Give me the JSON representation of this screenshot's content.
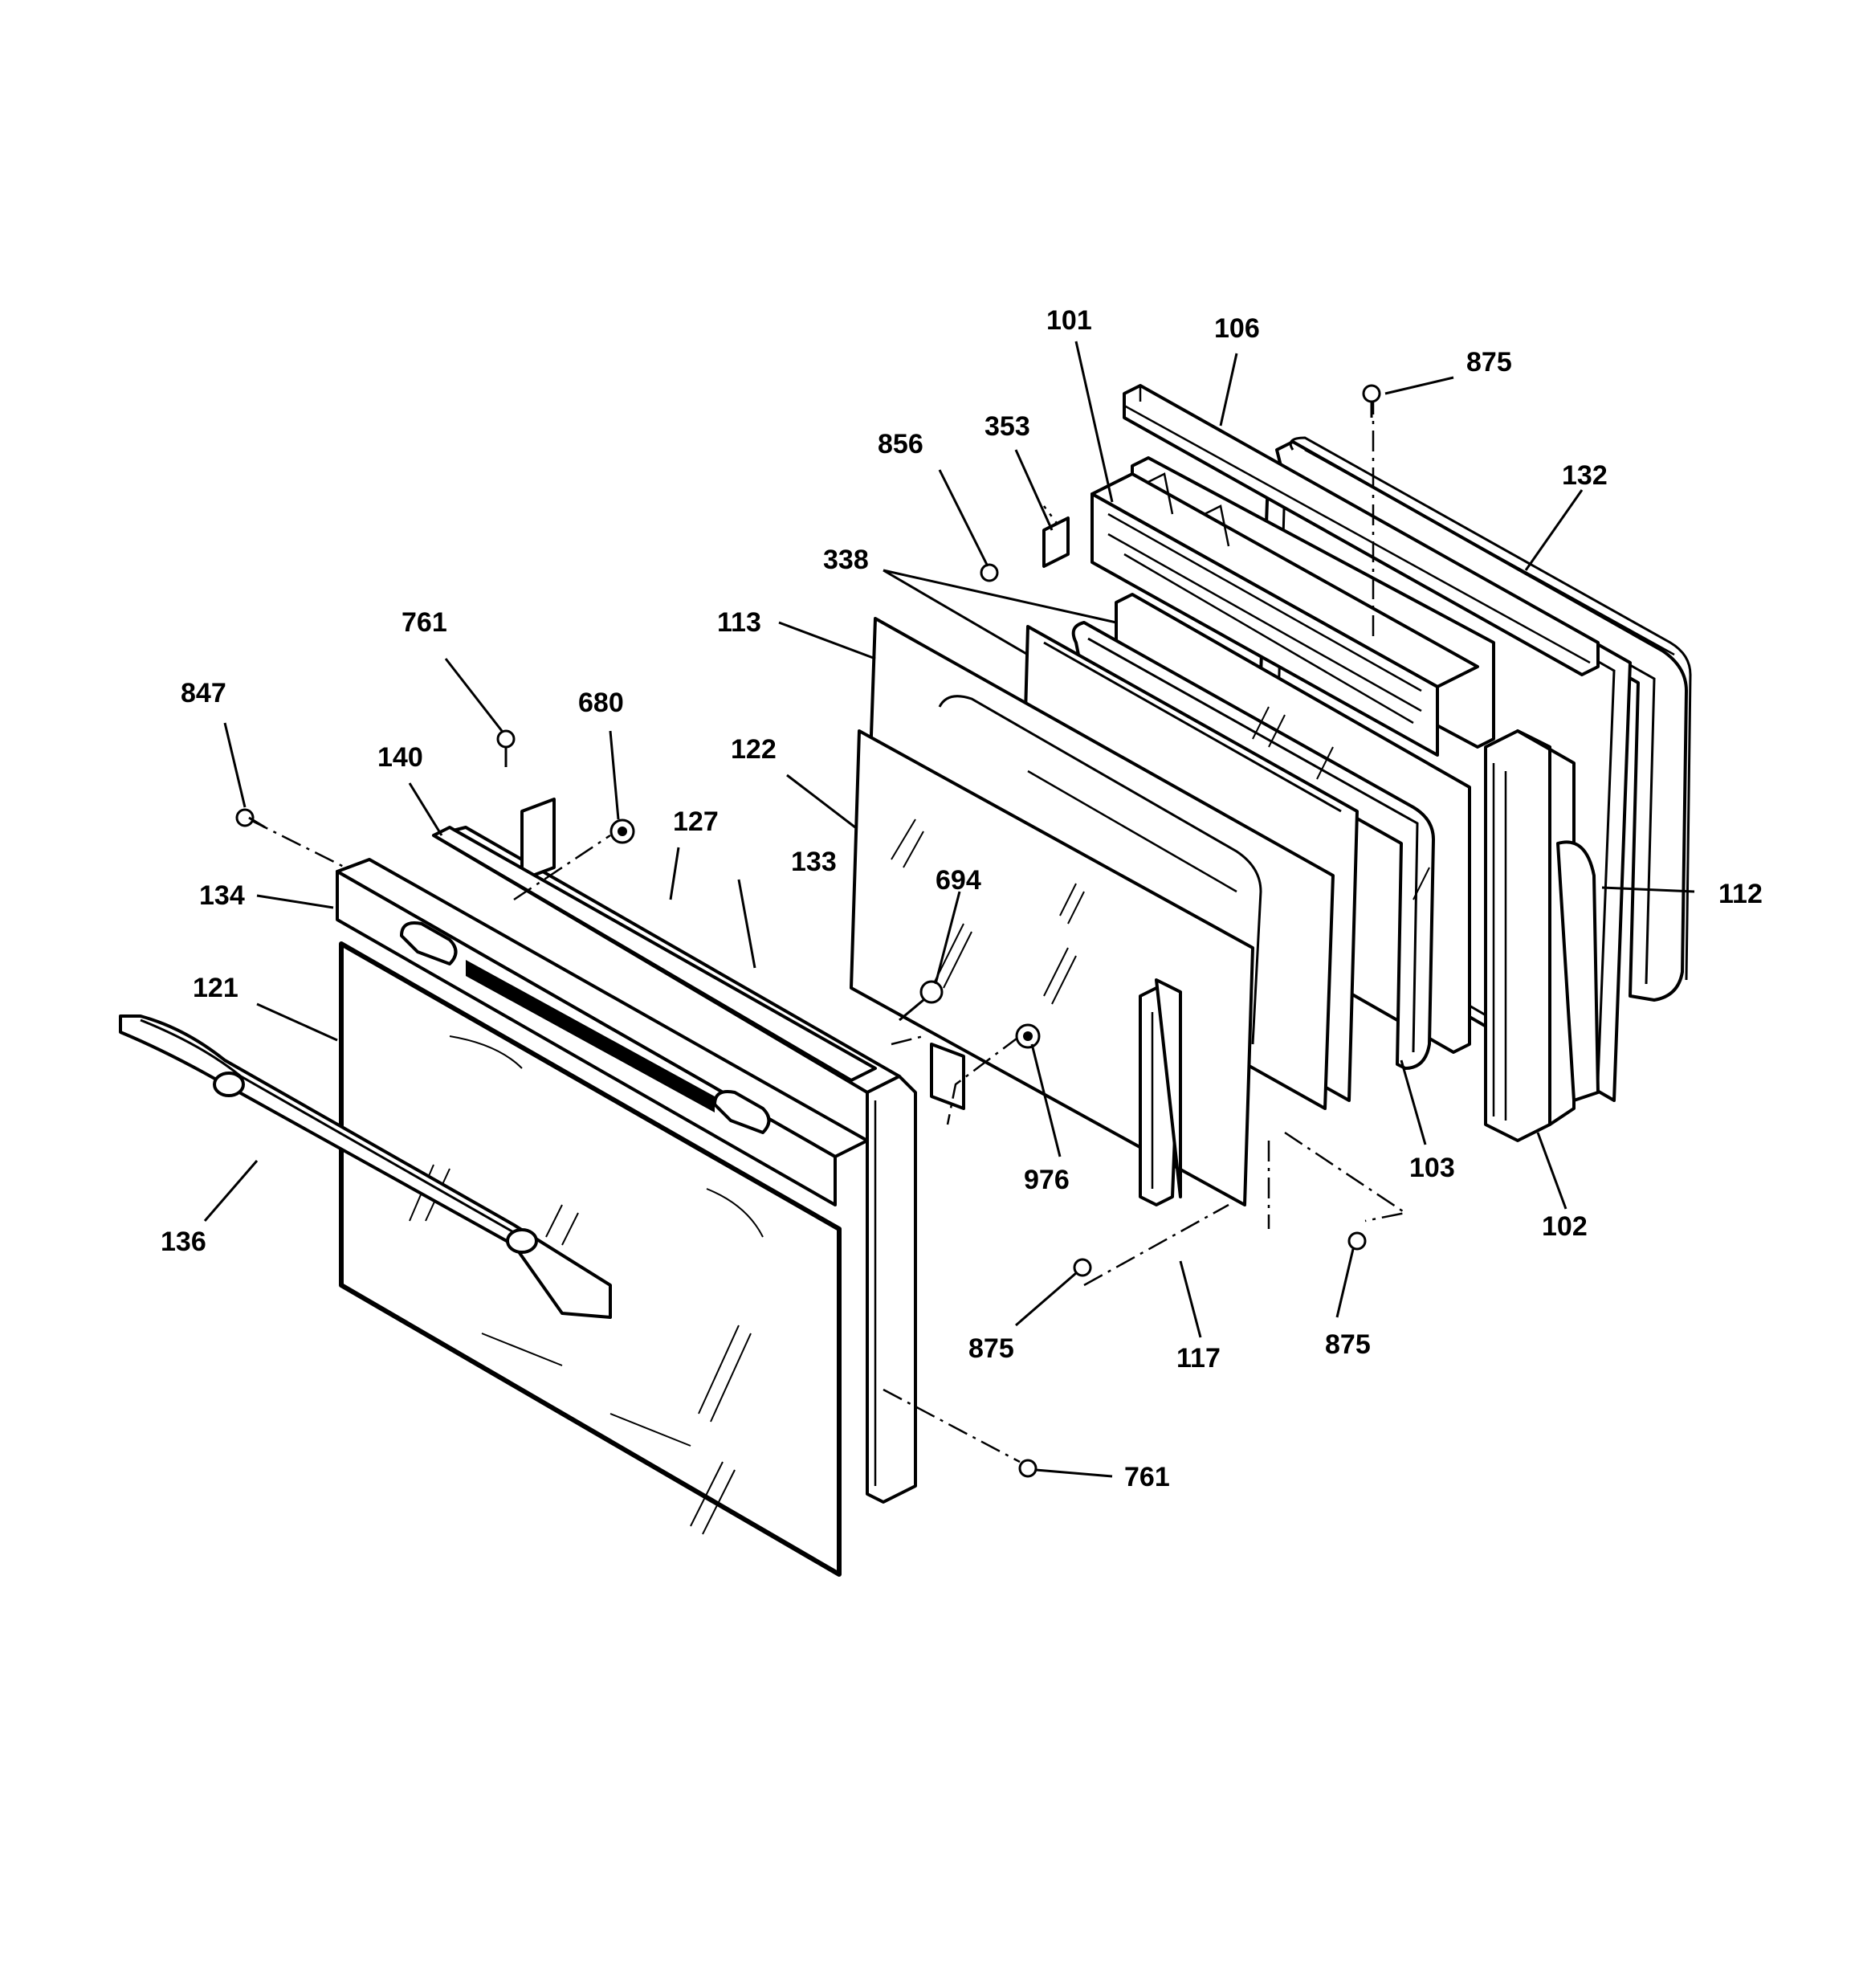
{
  "figure": {
    "type": "exploded parts diagram",
    "subject": "oven door assembly",
    "line_color": "#000000",
    "background": "#ffffff"
  },
  "callouts": {
    "c101": "101",
    "c106": "106",
    "c875_top": "875",
    "c856": "856",
    "c353": "353",
    "c132": "132",
    "c338": "338",
    "c113": "113",
    "c761_top": "761",
    "c847": "847",
    "c680": "680",
    "c140": "140",
    "c122": "122",
    "c127": "127",
    "c133": "133",
    "c134": "134",
    "c694": "694",
    "c112": "112",
    "c121": "121",
    "c976": "976",
    "c103": "103",
    "c136": "136",
    "c102": "102",
    "c875_left": "875",
    "c117": "117",
    "c875_right": "875",
    "c761_bottom": "761"
  }
}
